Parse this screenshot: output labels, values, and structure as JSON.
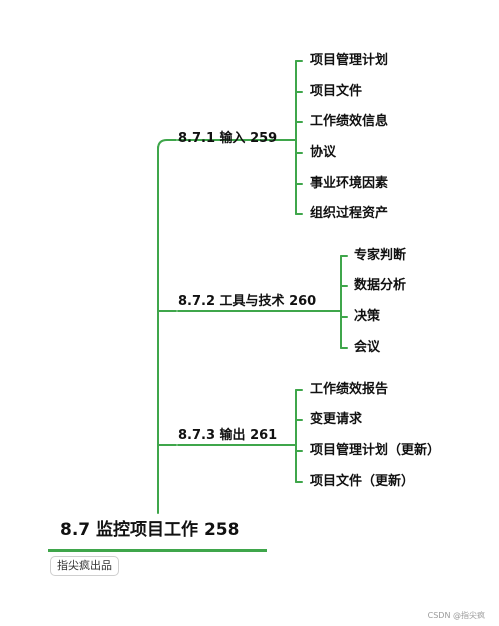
{
  "colors": {
    "line": "#3fa64b",
    "text": "#111111"
  },
  "root": {
    "title": "8.7  监控项目工作  258",
    "tag": "指尖疯出品"
  },
  "branches": [
    {
      "id": "input",
      "label": "8.7.1  输入  259",
      "items": [
        "项目管理计划",
        "项目文件",
        "工作绩效信息",
        "协议",
        "事业环境因素",
        "组织过程资产"
      ]
    },
    {
      "id": "tools",
      "label": "8.7.2  工具与技术  260",
      "items": [
        "专家判断",
        "数据分析",
        "决策",
        "会议"
      ]
    },
    {
      "id": "output",
      "label": "8.7.3  输出  261",
      "items": [
        "工作绩效报告",
        "变更请求",
        "项目管理计划（更新）",
        "项目文件（更新）"
      ]
    }
  ],
  "watermark": "CSDN @指尖疯"
}
